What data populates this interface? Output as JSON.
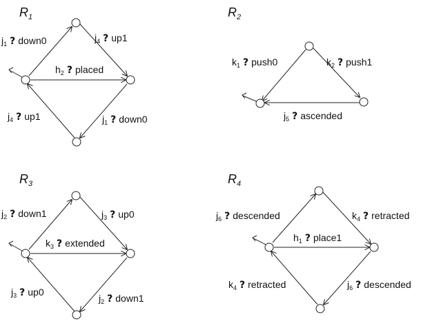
{
  "diagrams": [
    {
      "title": "R",
      "title_sub": "1",
      "labels": [
        {
          "pre": "j",
          "sub": "1",
          "post": "down0"
        },
        {
          "pre": "j",
          "sub": "4",
          "post": "up1"
        },
        {
          "pre": "h",
          "sub": "2",
          "post": "placed"
        },
        {
          "pre": "j",
          "sub": "4",
          "post": "up1"
        },
        {
          "pre": "j",
          "sub": "1",
          "post": "down0"
        }
      ]
    },
    {
      "title": "R",
      "title_sub": "2",
      "labels": [
        {
          "pre": "k",
          "sub": "1",
          "post": "push0"
        },
        {
          "pre": "k",
          "sub": "2",
          "post": "push1"
        },
        {
          "pre": "j",
          "sub": "5",
          "post": "ascended"
        }
      ]
    },
    {
      "title": "R",
      "title_sub": "3",
      "labels": [
        {
          "pre": "j",
          "sub": "2",
          "post": "down1"
        },
        {
          "pre": "j",
          "sub": "3",
          "post": "up0"
        },
        {
          "pre": "k",
          "sub": "3",
          "post": "extended"
        },
        {
          "pre": "j",
          "sub": "3",
          "post": "up0"
        },
        {
          "pre": "j",
          "sub": "2",
          "post": "down1"
        }
      ]
    },
    {
      "title": "R",
      "title_sub": "4",
      "labels": [
        {
          "pre": "j",
          "sub": "6",
          "post": "descended"
        },
        {
          "pre": "k",
          "sub": "4",
          "post": "retracted"
        },
        {
          "pre": "h",
          "sub": "1",
          "post": "place1"
        },
        {
          "pre": "k",
          "sub": "4",
          "post": "retracted"
        },
        {
          "pre": "j",
          "sub": "6",
          "post": "descended"
        }
      ]
    }
  ],
  "guard_symbol": "?"
}
